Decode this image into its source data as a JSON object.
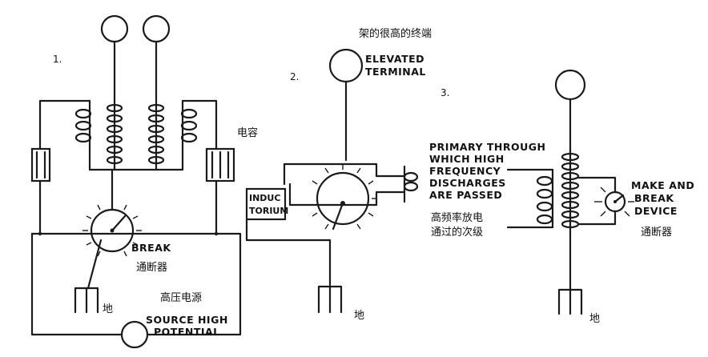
{
  "fig1": {
    "number": "1.",
    "capacitor_label": "电容",
    "break_label": "BREAK",
    "break_cn": "通断器",
    "hv_cn": "高压电源",
    "source_line1": "SOURCE HIGH",
    "source_line2": "POTENTIAL",
    "ground_cn": "地"
  },
  "fig2": {
    "number": "2.",
    "terminal_cn": "架的很高的终端",
    "terminal_line1": "ELEVATED",
    "terminal_line2": "TERMINAL",
    "induc_line1": "INDUC",
    "induc_line2": "TORIUM",
    "ground_cn": "地"
  },
  "fig3": {
    "number": "3.",
    "primary_line1": "PRIMARY THROUGH",
    "primary_line2": "WHICH HIGH",
    "primary_line3": "FREQUENCY",
    "primary_line4": "DISCHARGES",
    "primary_line5": "ARE PASSED",
    "primary_cn1": "高频率放电",
    "primary_cn2": "通过的次级",
    "make_line1": "MAKE AND",
    "make_line2": "BREAK",
    "make_line3": "DEVICE",
    "make_cn": "通断器",
    "ground_cn": "地"
  }
}
